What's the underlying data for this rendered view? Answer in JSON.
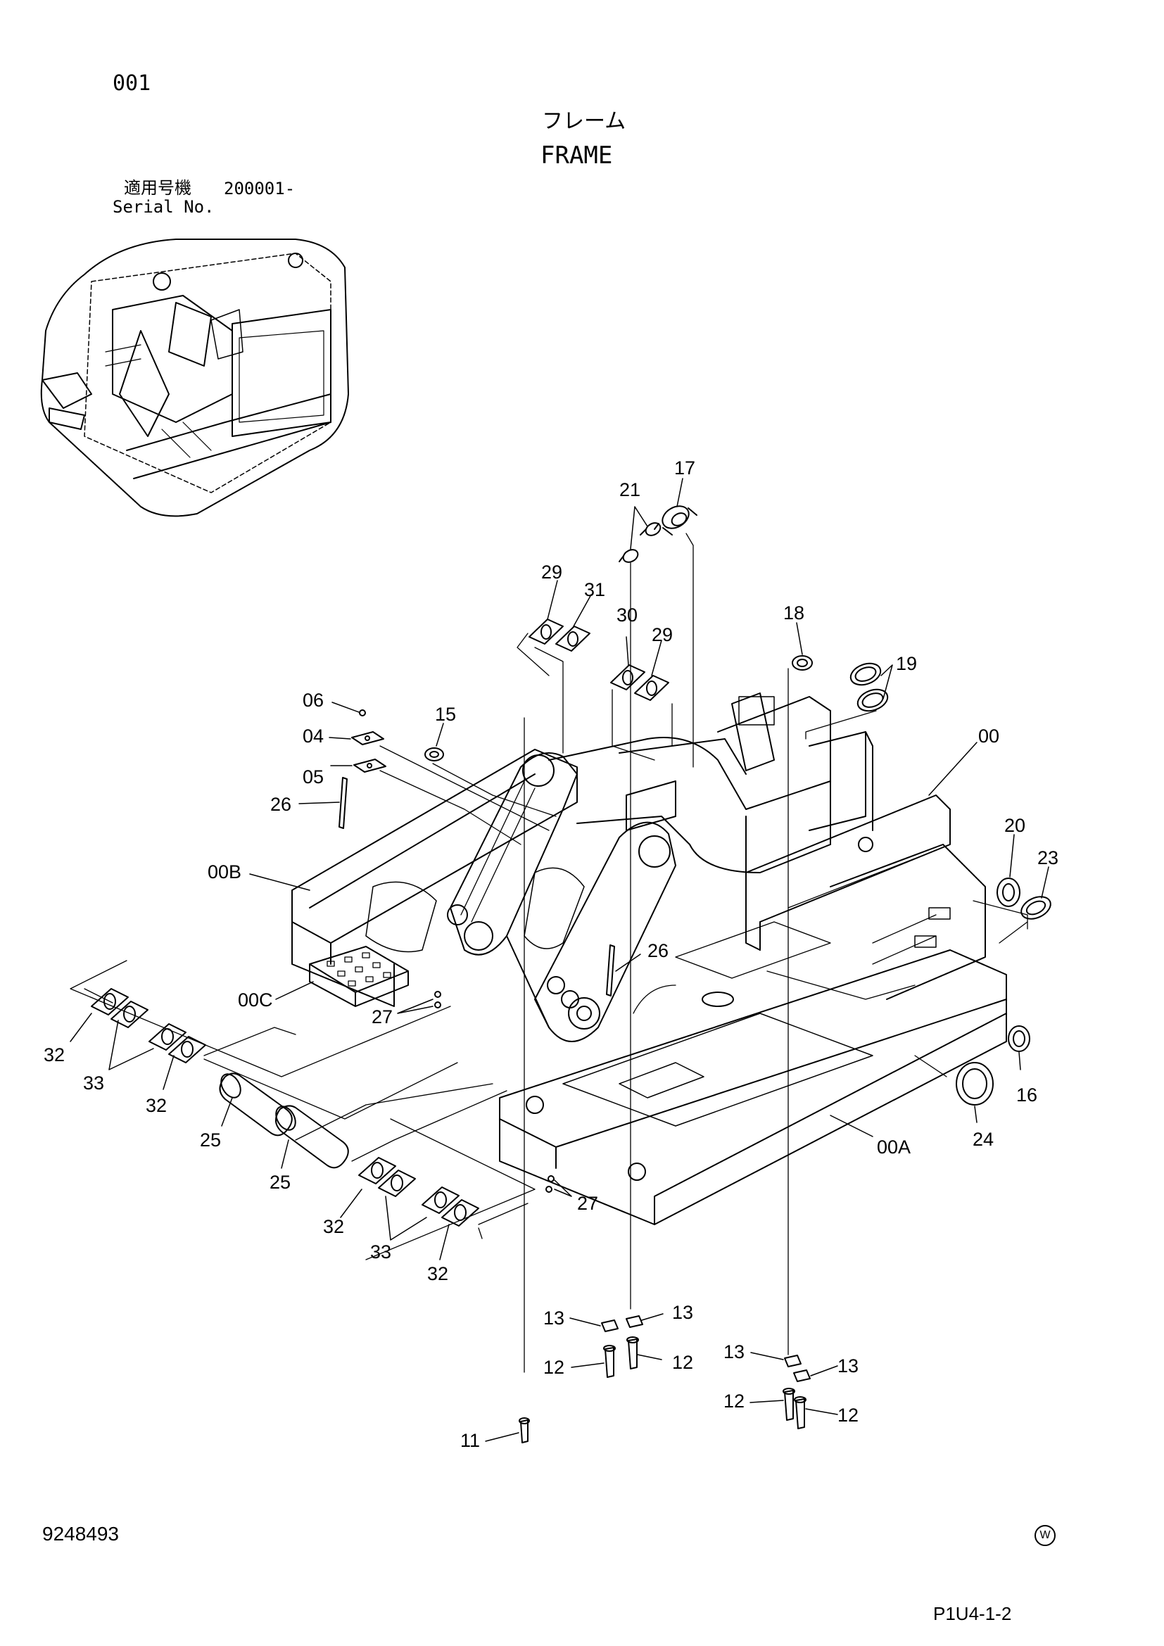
{
  "header": {
    "page_number": "001",
    "title_jp": "フレーム",
    "title_en": "FRAME",
    "serial_label_jp": "適用号機",
    "serial_value": "200001-",
    "serial_label_en": "Serial No."
  },
  "footer": {
    "document_number": "9248493",
    "mark": "W",
    "page_ref": "P1U4-1-2"
  },
  "callouts": {
    "c17": "17",
    "c21": "21",
    "c29a": "29",
    "c31": "31",
    "c30": "30",
    "c29b": "29",
    "c18": "18",
    "c19": "19",
    "c06": "06",
    "c04": "04",
    "c05": "05",
    "c15": "15",
    "c00": "00",
    "c20": "20",
    "c23": "23",
    "c26a": "26",
    "c00B": "00B",
    "c26b": "26",
    "c00C": "00C",
    "c27a": "27",
    "c32a": "32",
    "c33a": "33",
    "c32b": "32",
    "c25a": "25",
    "c25b": "25",
    "c16": "16",
    "c24": "24",
    "c00A": "00A",
    "c27b": "27",
    "c32c": "32",
    "c33b": "33",
    "c32d": "32",
    "c13a": "13",
    "c13b": "13",
    "c12a": "12",
    "c12b": "12",
    "c13c": "13",
    "c13d": "13",
    "c12c": "12",
    "c12d": "12",
    "c11": "11"
  }
}
